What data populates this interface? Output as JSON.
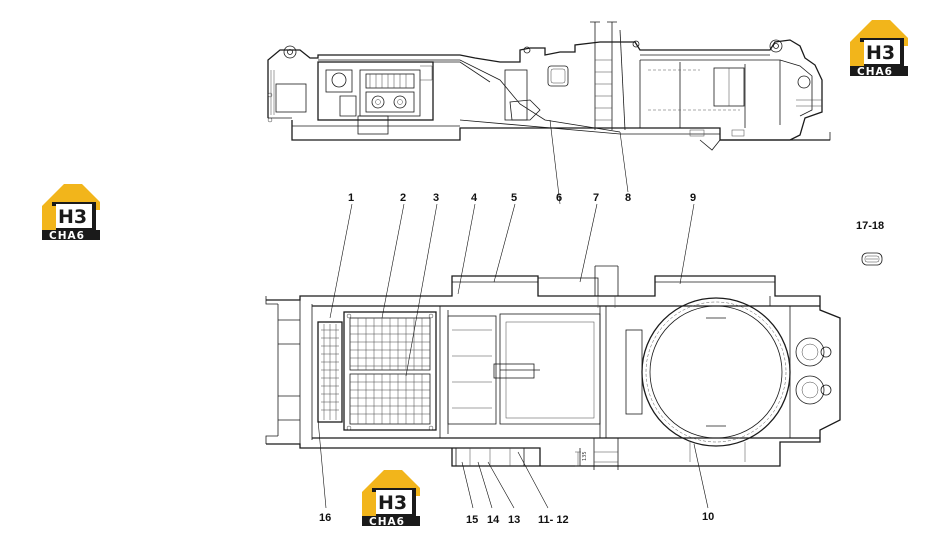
{
  "brand": {
    "mark": "H3",
    "word": "CHA6",
    "colors": {
      "roof": "#f2b51b",
      "body": "#1a1a1a",
      "band": "#1a1a1a",
      "text": "#ffffff"
    }
  },
  "callouts": {
    "c1": "1",
    "c2": "2",
    "c3": "3",
    "c4": "4",
    "c5": "5",
    "c6": "6",
    "c7": "7",
    "c8": "8",
    "c9": "9",
    "c10": "10",
    "c11_12": "11- 12",
    "c13": "13",
    "c14": "14",
    "c15": "15",
    "c16": "16",
    "c17_18": "17-18"
  },
  "dimension_label": "135"
}
